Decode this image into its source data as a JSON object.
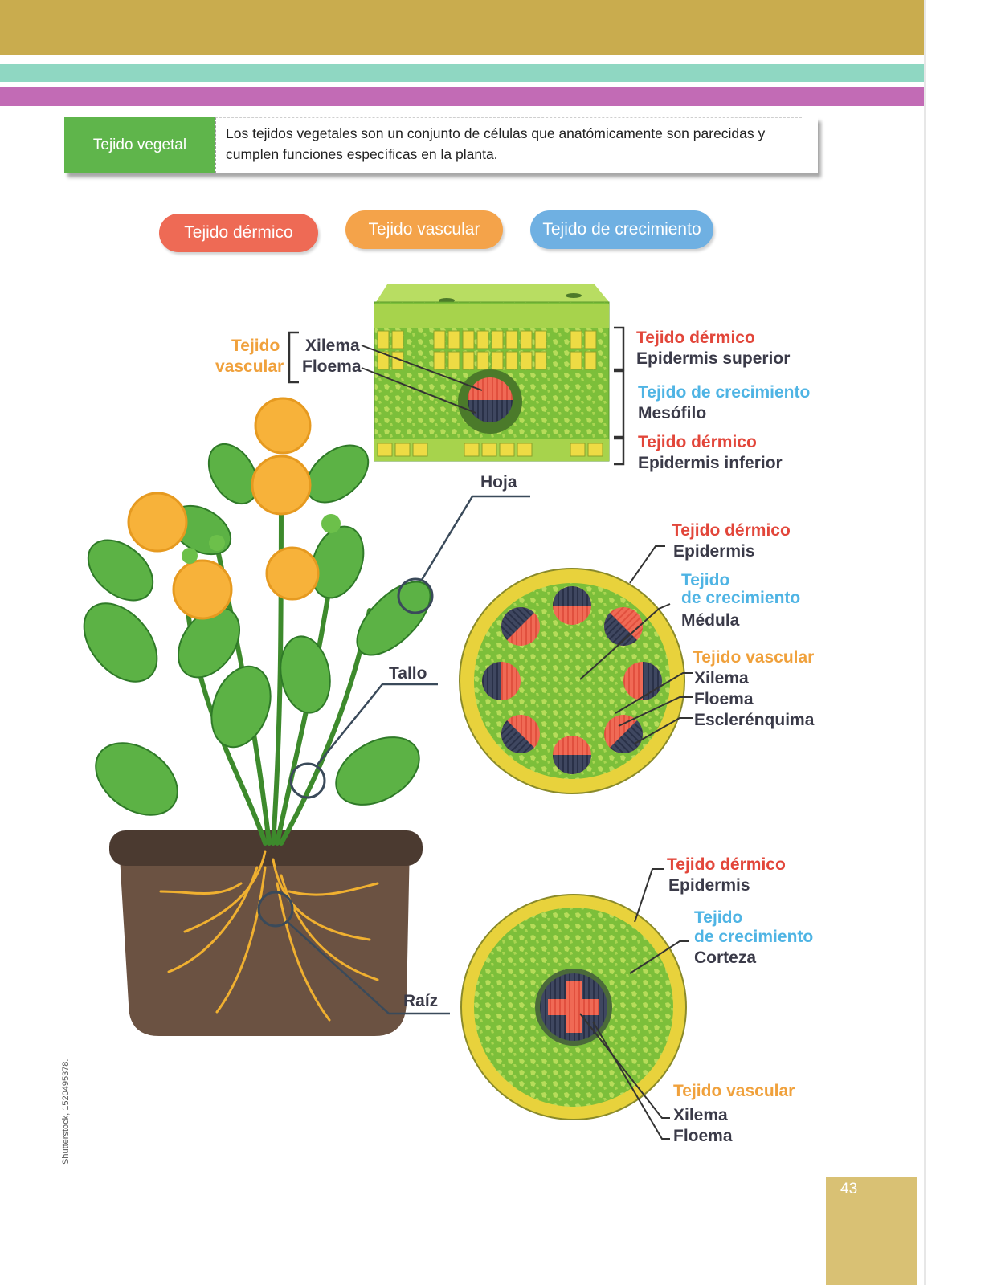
{
  "definition": {
    "term": "Tejido vegetal",
    "text": "Los tejidos vegetales son un conjunto de células que anatómicamente son parecidas y cumplen funciones específicas en la planta."
  },
  "legend": {
    "dermico": "Tejido dérmico",
    "vascular": "Tejido vascular",
    "crecimiento": "Tejido de crecimiento"
  },
  "leaf": {
    "label": "Hoja",
    "vascular_heading_1": "Tejido",
    "vascular_heading_2": "vascular",
    "xilema": "Xilema",
    "floema": "Floema",
    "top_tissue": "Tejido dérmico",
    "top_name": "Epidermis superior",
    "mid_tissue": "Tejido de crecimiento",
    "mid_name": "Mesófilo",
    "bottom_tissue": "Tejido dérmico",
    "bottom_name": "Epidermis inferior"
  },
  "stem": {
    "label": "Tallo",
    "dermal_tissue": "Tejido dérmico",
    "dermal_name": "Epidermis",
    "growth_tissue_1": "Tejido",
    "growth_tissue_2": "de crecimiento",
    "growth_name": "Médula",
    "vascular_tissue": "Tejido vascular",
    "xilema": "Xilema",
    "floema": "Floema",
    "esclerenquima": "Esclerénquima"
  },
  "root": {
    "label": "Raíz",
    "dermal_tissue": "Tejido dérmico",
    "dermal_name": "Epidermis",
    "growth_tissue_1": "Tejido",
    "growth_tissue_2": "de crecimiento",
    "growth_name": "Corteza",
    "vascular_tissue": "Tejido vascular",
    "xilema": "Xilema",
    "floema": "Floema"
  },
  "credit": "Shutterstock, 1520495378.",
  "page_number": "43",
  "colors": {
    "dermico": "#ee6a55",
    "vascular": "#f4a34a",
    "crecimiento": "#6fb0e2",
    "leaf_green": "#8cc63f",
    "cell_yellow": "#e8d23c",
    "soil": "#6b5242"
  }
}
